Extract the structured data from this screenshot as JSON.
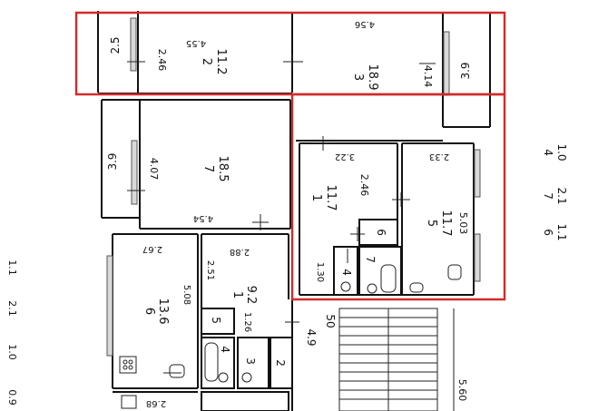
{
  "highlight_color": "#d12b2b",
  "rooms": {
    "r2": {
      "num": "2",
      "area": "11.2",
      "w": "4.55",
      "h": "2.46"
    },
    "r3": {
      "num": "3",
      "area": "18.9",
      "w": "4.56",
      "h": "4.14"
    },
    "r7": {
      "num": "7",
      "area": "18.5",
      "w": "4.54",
      "h": "4.07"
    },
    "r1a": {
      "num": "1",
      "area": "11.7",
      "w": "3.22",
      "h": "2.46"
    },
    "r5a": {
      "num": "5",
      "area": "11.7",
      "w": "2.33",
      "h": "5.03"
    },
    "r6a": {
      "num": "6"
    },
    "r7a": {
      "num": "7"
    },
    "r4a": {
      "num": "4",
      "dim": "1.30"
    },
    "r6b": {
      "num": "6",
      "area": "13.6",
      "w": "2.67",
      "h": "5.08"
    },
    "r1b": {
      "num": "1",
      "area": "9.2",
      "w": "2.88",
      "h": "2.51"
    },
    "r5b": {
      "num": "5",
      "dim": "1.26"
    },
    "r4b": {
      "num": "4"
    },
    "r3b": {
      "num": "3"
    },
    "r2b": {
      "num": "2"
    }
  },
  "balconies": {
    "b1": "2.5",
    "b2": "3.9",
    "b3": "3.9"
  },
  "dims": {
    "d49": "4.9",
    "d50": "50",
    "d560": "5.60",
    "d268": "2.68",
    "d2": "2"
  },
  "legend_right": [
    {
      "num": "4",
      "area": "1.0"
    },
    {
      "num": "7",
      "area": "2.1"
    },
    {
      "num": "6",
      "area": "1.1"
    }
  ],
  "legend_left": [
    "1.1",
    "2.1",
    "1.0",
    "0.9"
  ]
}
